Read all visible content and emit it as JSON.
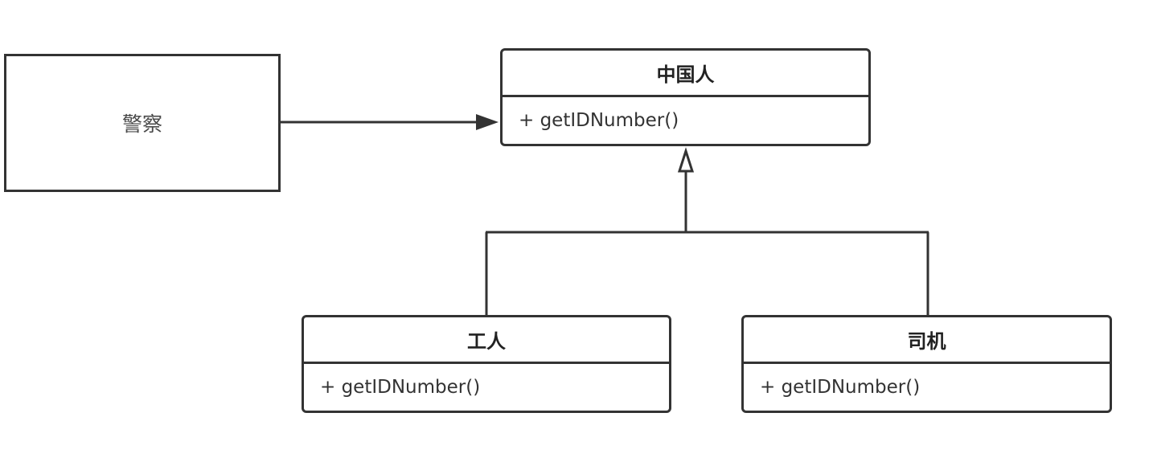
{
  "police": {
    "label": "警察"
  },
  "classes": {
    "chinese": {
      "name": "中国人",
      "method": "+ getIDNumber()"
    },
    "worker": {
      "name": "工人",
      "method": "+ getIDNumber()"
    },
    "driver": {
      "name": "司机",
      "method": "+ getIDNumber()"
    }
  },
  "colors": {
    "stroke": "#333333",
    "background": "#ffffff"
  }
}
